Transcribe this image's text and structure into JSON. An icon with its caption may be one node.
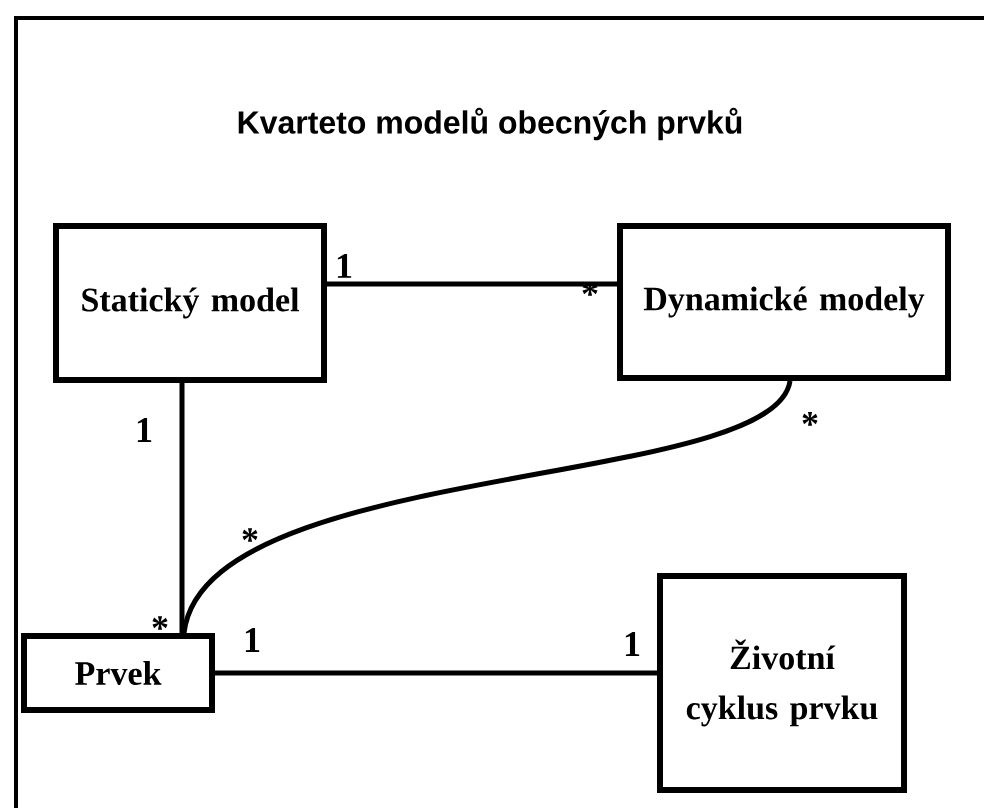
{
  "diagram": {
    "title": "Kvarteto modelů obecných prvků",
    "nodes": [
      {
        "text": [
          "Statický model"
        ]
      },
      {
        "text": [
          "Dynamické modely"
        ]
      },
      {
        "text": [
          "Prvek"
        ]
      },
      {
        "text": [
          "Životní cyklus prvku"
        ]
      }
    ],
    "edges": [
      {
        "from": 0,
        "to": 1,
        "arrow": "none"
      },
      {
        "from": 0,
        "to": 2,
        "arrow": "none"
      },
      {
        "from": 1,
        "to": 2,
        "arrow": "none"
      },
      {
        "from": 2,
        "to": 3,
        "arrow": "none"
      }
    ],
    "labels": [
      "1",
      "*",
      "1",
      "*",
      "*",
      "*",
      "1",
      "1"
    ]
  }
}
